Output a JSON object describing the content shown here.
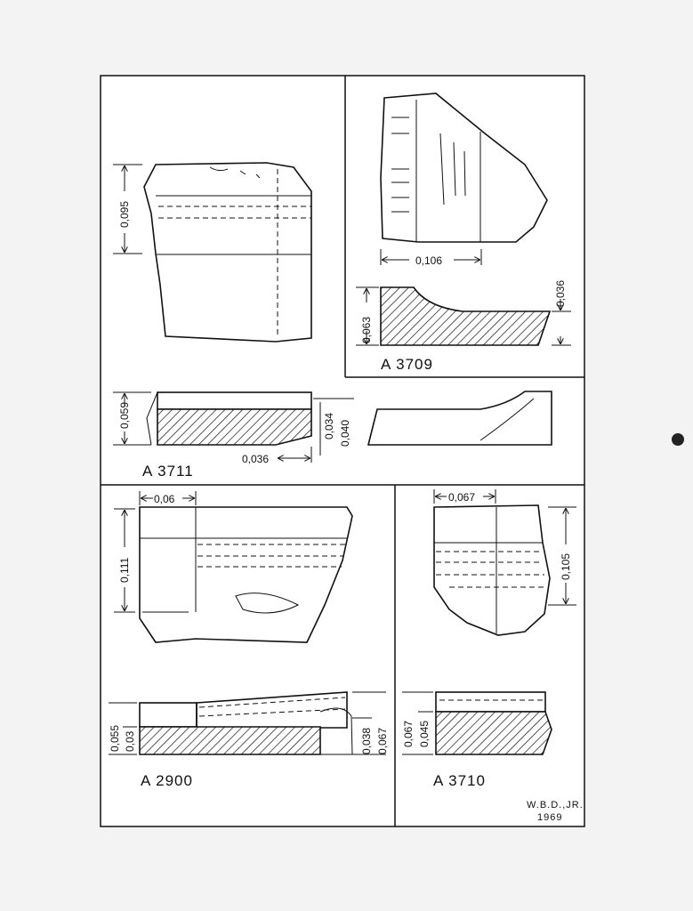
{
  "plate": {
    "figures": [
      {
        "id": "A3711",
        "label": "A 3711",
        "dims": [
          "0,095",
          "0,059",
          "0,034",
          "0,040",
          "0,036"
        ]
      },
      {
        "id": "A3709",
        "label": "A 3709",
        "dims": [
          "0,106",
          "0,063",
          "0,036"
        ]
      },
      {
        "id": "A2900",
        "label": "A 2900",
        "dims": [
          "0,06",
          "0,111",
          "0,055",
          "0,03",
          "0,038",
          "0,067"
        ]
      },
      {
        "id": "A3710",
        "label": "A 3710",
        "dims": [
          "0,067",
          "0,105",
          "0,067",
          "0,045"
        ]
      }
    ],
    "signature": {
      "initials": "W.B.D.,JR.",
      "year": "1969"
    }
  }
}
